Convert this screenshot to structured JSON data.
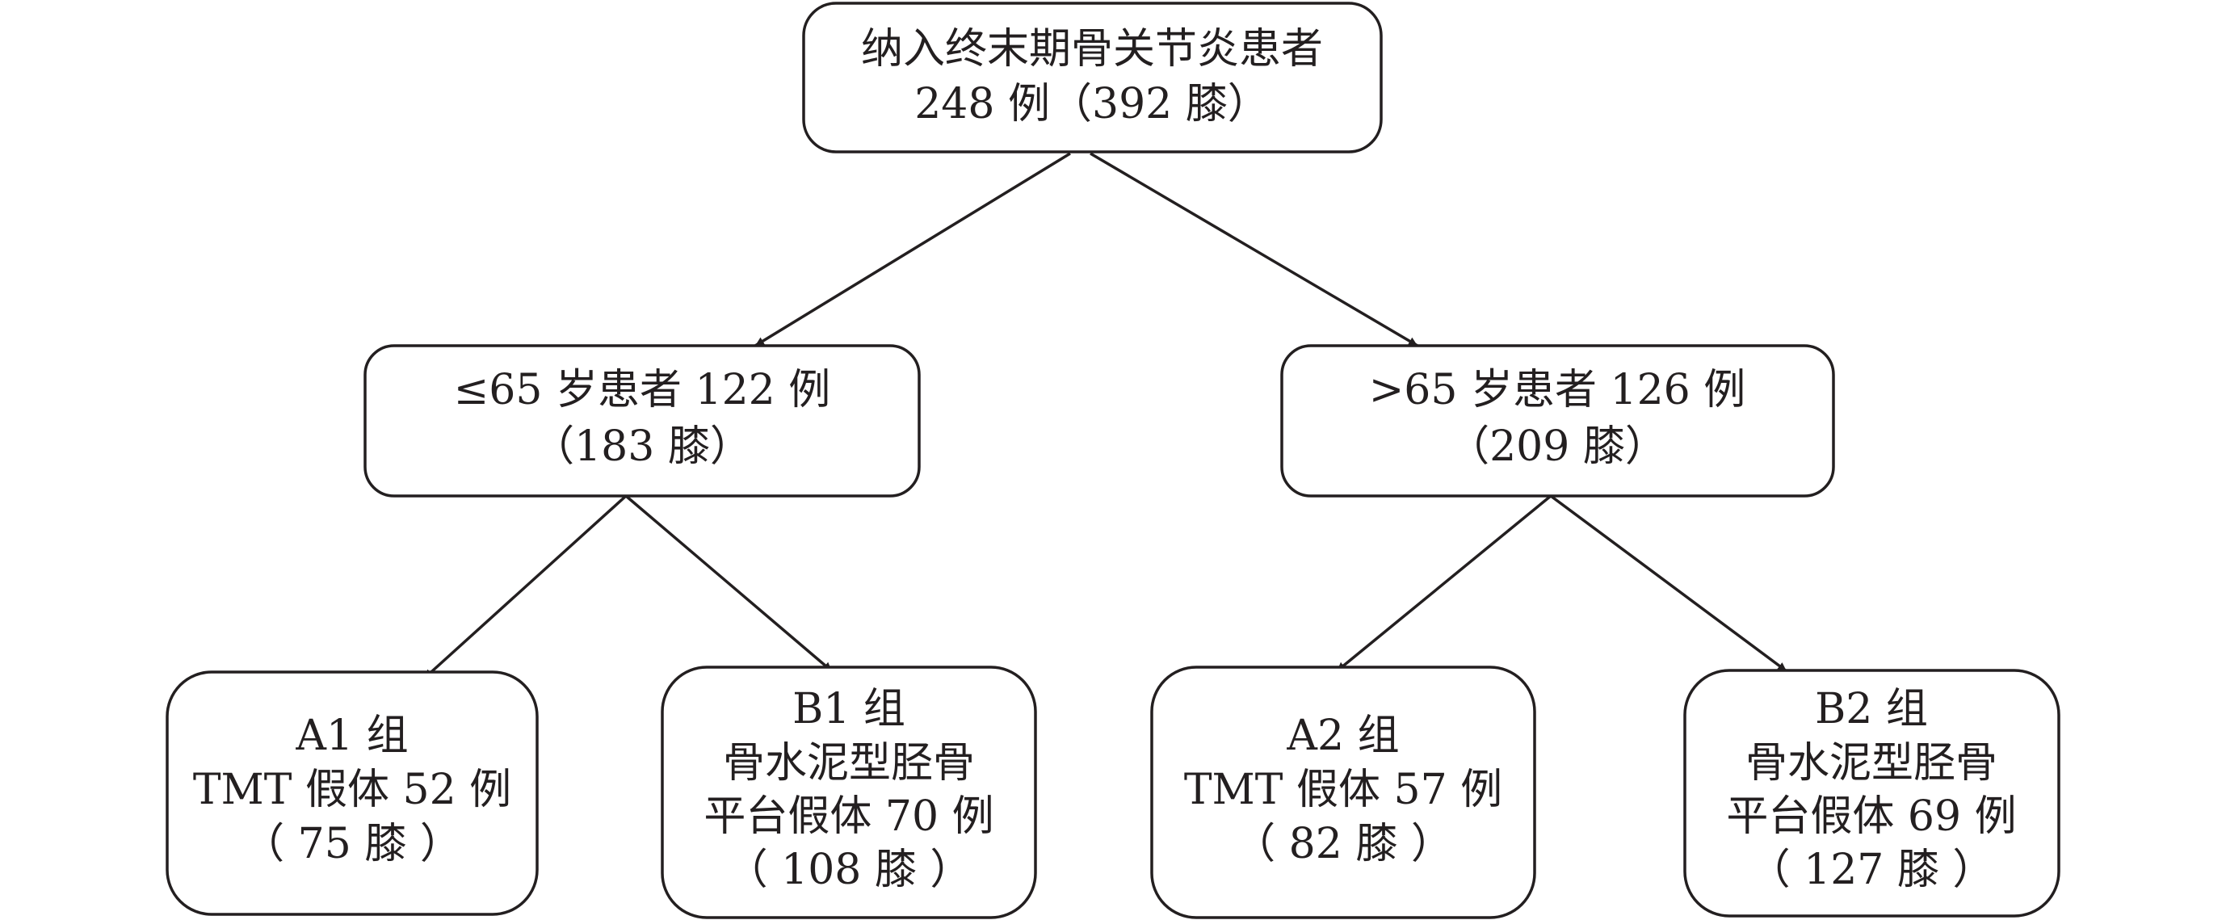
{
  "nodes": {
    "root": {
      "lines": [
        "纳入终末期骨关节炎患者",
        "248 例（392 膝）"
      ]
    },
    "age_under_65": {
      "lines": [
        "≤65 岁患者 122 例",
        "（183 膝）"
      ]
    },
    "age_over_65": {
      "lines": [
        ">65 岁患者 126 例",
        "（209 膝）"
      ]
    },
    "group_a1": {
      "lines": [
        "A1 组",
        "TMT 假体 52 例",
        "（ 75 膝 ）"
      ]
    },
    "group_b1": {
      "lines": [
        "B1 组",
        "骨水泥型胫骨",
        "平台假体 70 例",
        "（ 108 膝 ）"
      ]
    },
    "group_a2": {
      "lines": [
        "A2 组",
        "TMT 假体 57 例",
        "（ 82 膝 ）"
      ]
    },
    "group_b2": {
      "lines": [
        "B2 组",
        "骨水泥型胫骨",
        "平台假体 69 例",
        "（ 127 膝 ）"
      ]
    }
  },
  "colors": {
    "stroke": "#231f20",
    "text": "#231f20",
    "background": "#ffffff"
  }
}
